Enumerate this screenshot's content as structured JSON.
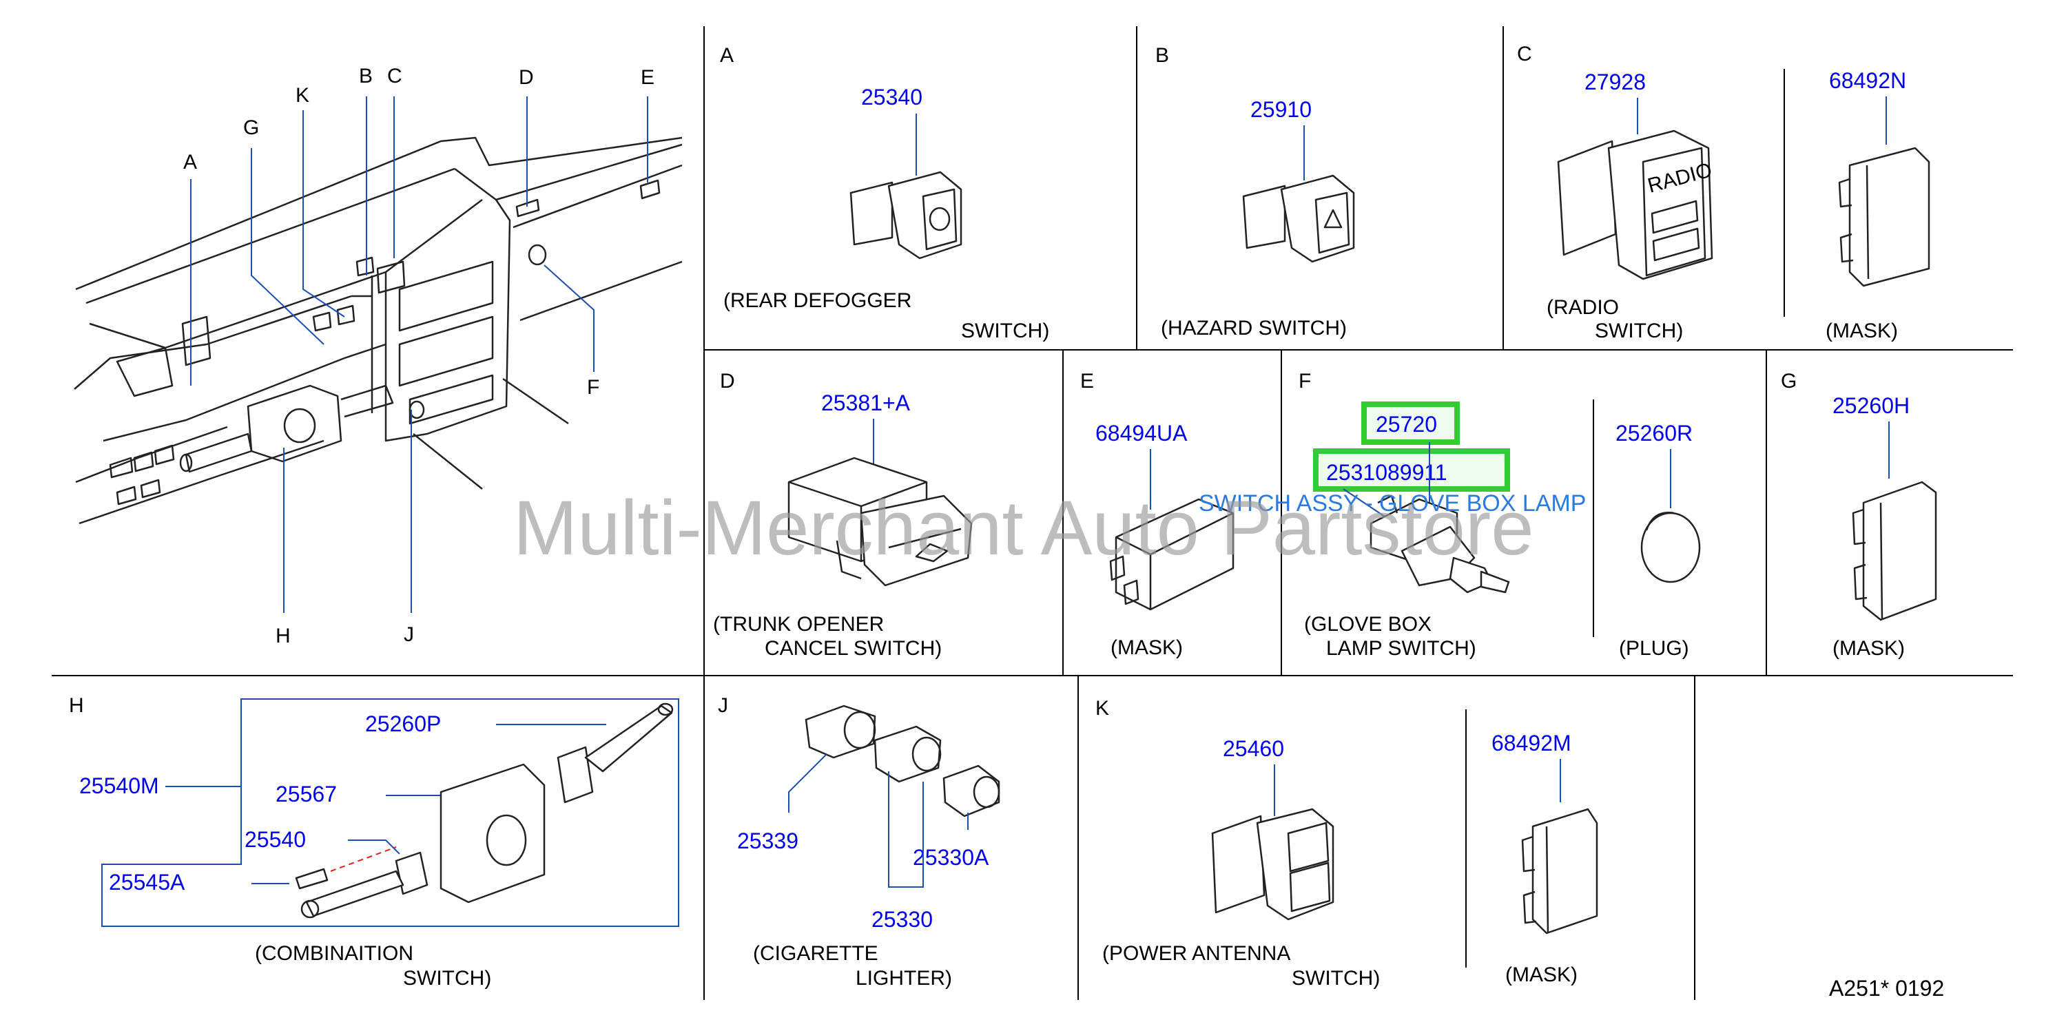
{
  "overview": {
    "callouts": [
      "A",
      "G",
      "K",
      "B",
      "C",
      "D",
      "E",
      "F",
      "H",
      "J"
    ]
  },
  "panels": {
    "A": {
      "letter": "A",
      "parts": [
        "25340"
      ],
      "caption": [
        "(REAR   DEFOGGER",
        "SWITCH)"
      ]
    },
    "B": {
      "letter": "B",
      "parts": [
        "25910"
      ],
      "caption": [
        "(HAZARD        SWITCH)"
      ]
    },
    "C": {
      "letter": "C",
      "parts": [
        "27928",
        "68492N"
      ],
      "caption": [
        "(RADIO",
        "SWITCH)",
        "(MASK)"
      ],
      "radio_text": "RADIO"
    },
    "D": {
      "letter": "D",
      "parts": [
        "25381+A"
      ],
      "caption": [
        "(TRUNK   OPENER",
        "CANCEL     SWITCH)"
      ]
    },
    "E": {
      "letter": "E",
      "parts": [
        "68494UA"
      ],
      "caption": [
        "(MASK)"
      ]
    },
    "F": {
      "letter": "F",
      "parts": [
        "25720",
        "2531089911",
        "25260R"
      ],
      "caption": [
        "(GLOVE   BOX",
        "LAMP   SWITCH)",
        "(PLUG)"
      ],
      "tooltip": "SWITCH ASSY - GLOVE BOX LAMP"
    },
    "G": {
      "letter": "G",
      "parts": [
        "25260H"
      ],
      "caption": [
        "(MASK)"
      ]
    },
    "H": {
      "letter": "H",
      "parts": [
        "25260P",
        "25540M",
        "25567",
        "25540",
        "25545A"
      ],
      "caption": [
        "(COMBINAITION",
        "SWITCH)"
      ]
    },
    "J": {
      "letter": "J",
      "parts": [
        "25339",
        "25330A",
        "25330"
      ],
      "caption": [
        "(CIGARETTE",
        "LIGHTER)"
      ]
    },
    "K": {
      "letter": "K",
      "parts": [
        "25460",
        "68492M"
      ],
      "caption": [
        "(POWER   ANTENNA",
        "SWITCH)",
        "(MASK)"
      ]
    }
  },
  "watermark": "Multi-Merchant Auto Partstore",
  "footer_code": "A251*   0192",
  "colors": {
    "part_number": "#0000ee",
    "highlight": "#33cc33",
    "tooltip": "#2a7ae0"
  }
}
